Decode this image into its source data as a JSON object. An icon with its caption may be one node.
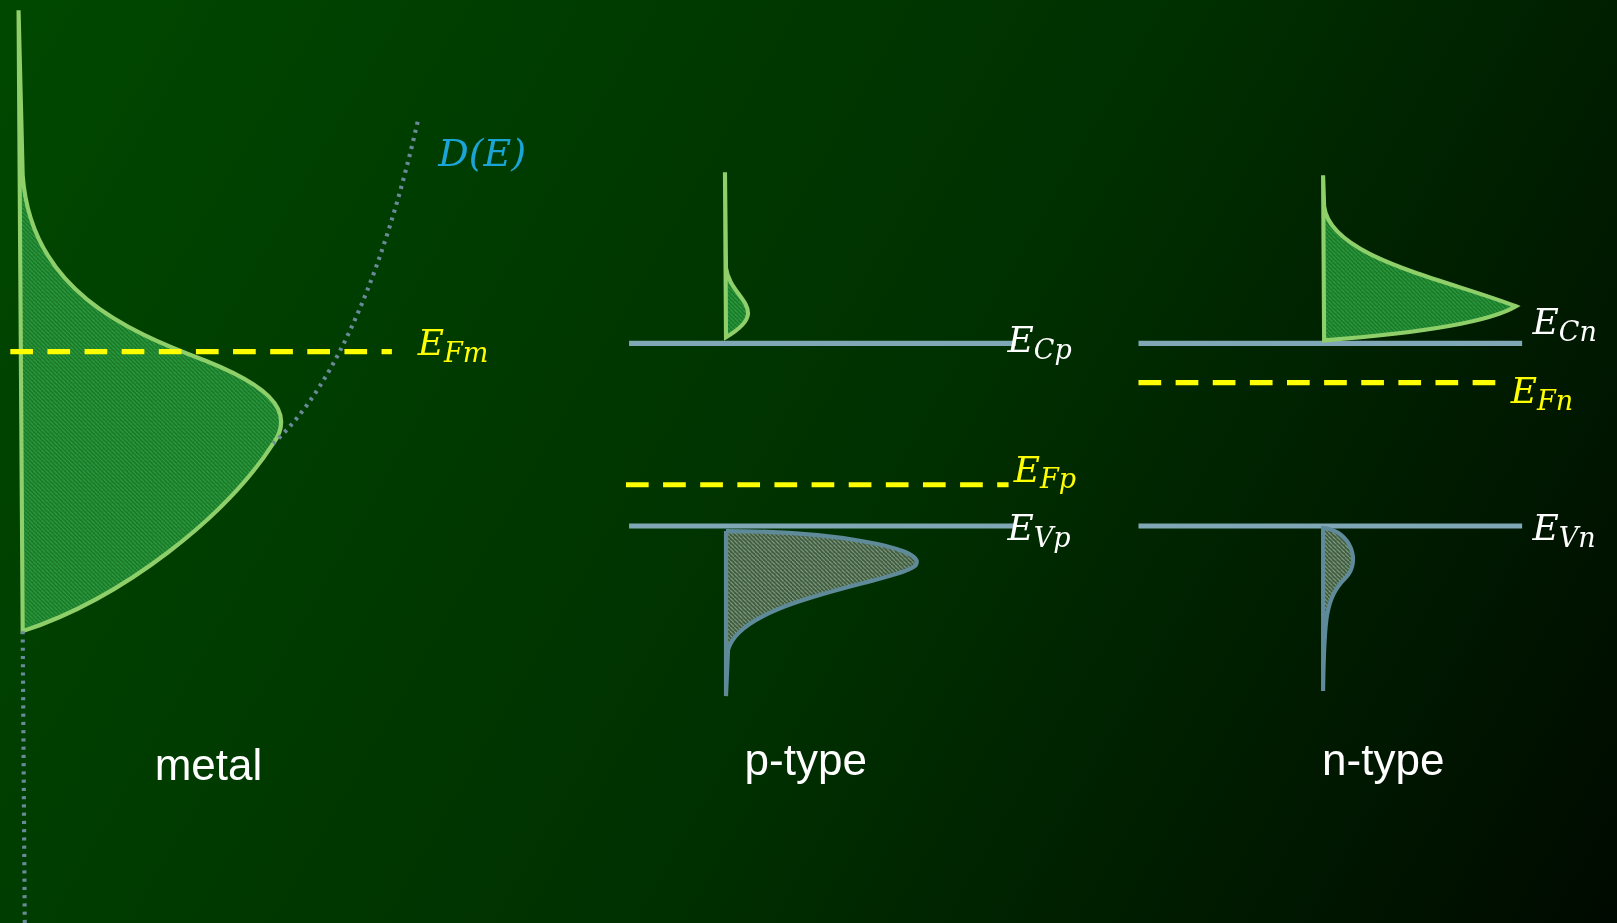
{
  "diagram": {
    "labels": [
      "D(E)",
      "E$_{Fm}$",
      "E$_{Cp}$",
      "E$_{Fp}$",
      "E$_{Vp}$",
      "E$_{Cn}$",
      "E$_{Fn}$",
      "E$_{Vn}$",
      "metal",
      "p-type",
      "n-type"
    ]
  }
}
